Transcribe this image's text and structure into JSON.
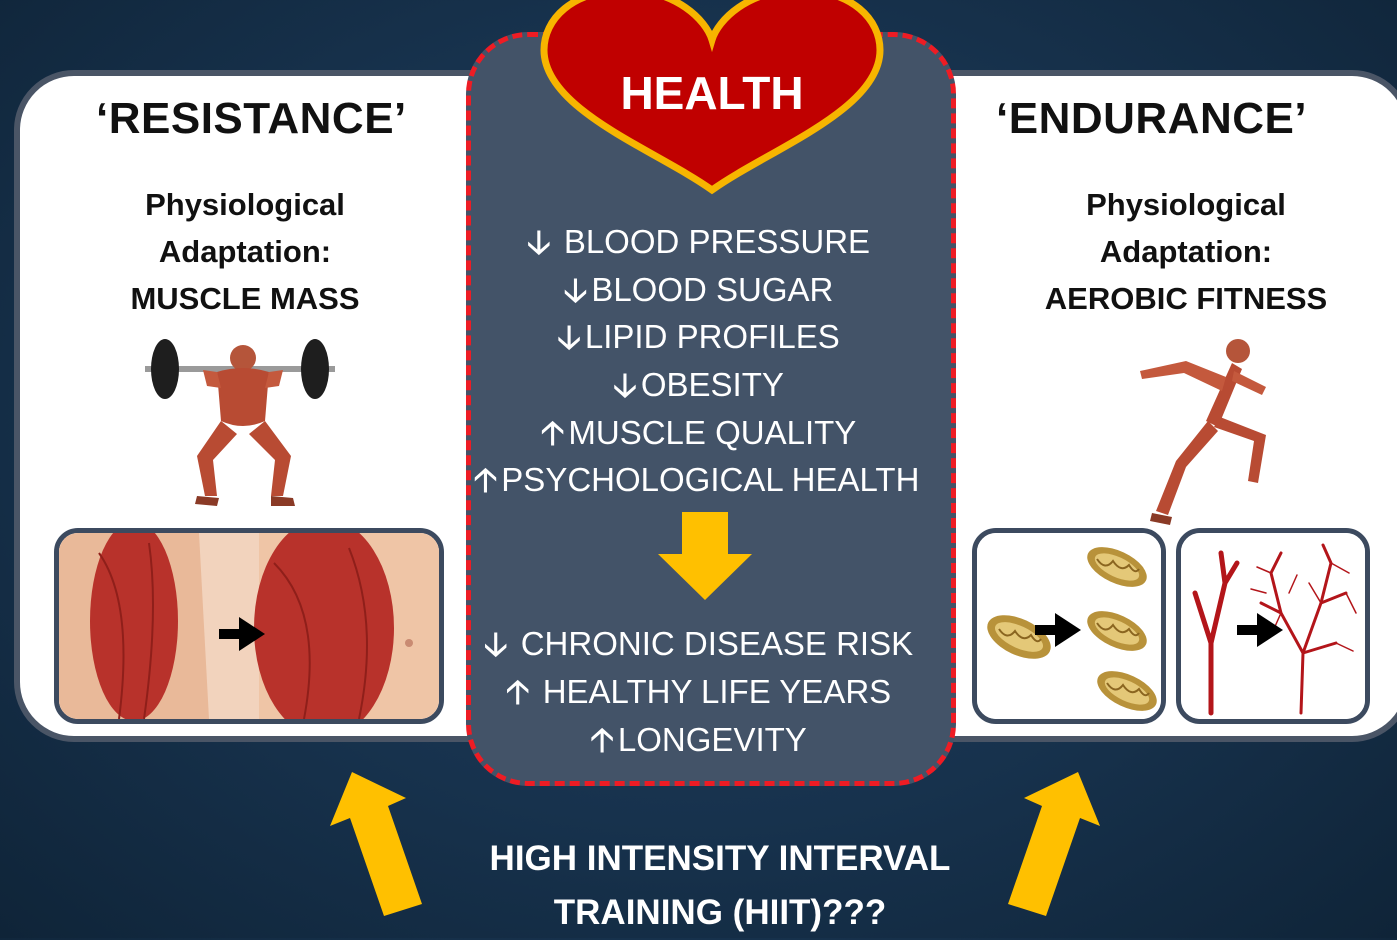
{
  "center": {
    "heart_label": "HEALTH",
    "effects": [
      {
        "dir": "down",
        "text": "BLOOD PRESSURE"
      },
      {
        "dir": "down",
        "text": "BLOOD SUGAR"
      },
      {
        "dir": "down",
        "text": "LIPID PROFILES"
      },
      {
        "dir": "down",
        "text": "OBESITY"
      },
      {
        "dir": "up",
        "text": "MUSCLE QUALITY"
      },
      {
        "dir": "up",
        "text": "PSYCHOLOGICAL HEALTH"
      }
    ],
    "outcomes": [
      {
        "dir": "down",
        "text": "CHRONIC DISEASE RISK"
      },
      {
        "dir": "up",
        "text": "HEALTHY LIFE YEARS"
      },
      {
        "dir": "up",
        "text": "LONGEVITY"
      }
    ]
  },
  "left": {
    "title": "‘RESISTANCE’",
    "subtitle_1": "Physiological",
    "subtitle_2": "Adaptation:",
    "adaptation": "MUSCLE MASS"
  },
  "right": {
    "title": "‘ENDURANCE’",
    "subtitle_1": "Physiological",
    "subtitle_2": "Adaptation:",
    "adaptation": "AEROBIC FITNESS"
  },
  "bottom": {
    "line_1": "HIGH INTENSITY INTERVAL",
    "line_2": "TRAINING (HIIT)???"
  },
  "colors": {
    "background": "#17324d",
    "center_panel": "#435368",
    "dashed_border": "#ee1c24",
    "heart": "#c00000",
    "heart_outline": "#f7b500",
    "accent_arrow": "#ffc000",
    "muscle": "#c0392b"
  },
  "icons": [
    "down-arrow-icon",
    "up-arrow-icon",
    "heart-icon",
    "right-arrow-icon",
    "weightlifter-figure",
    "runner-figure",
    "mitochondria-icon",
    "blood-vessel-icon"
  ]
}
